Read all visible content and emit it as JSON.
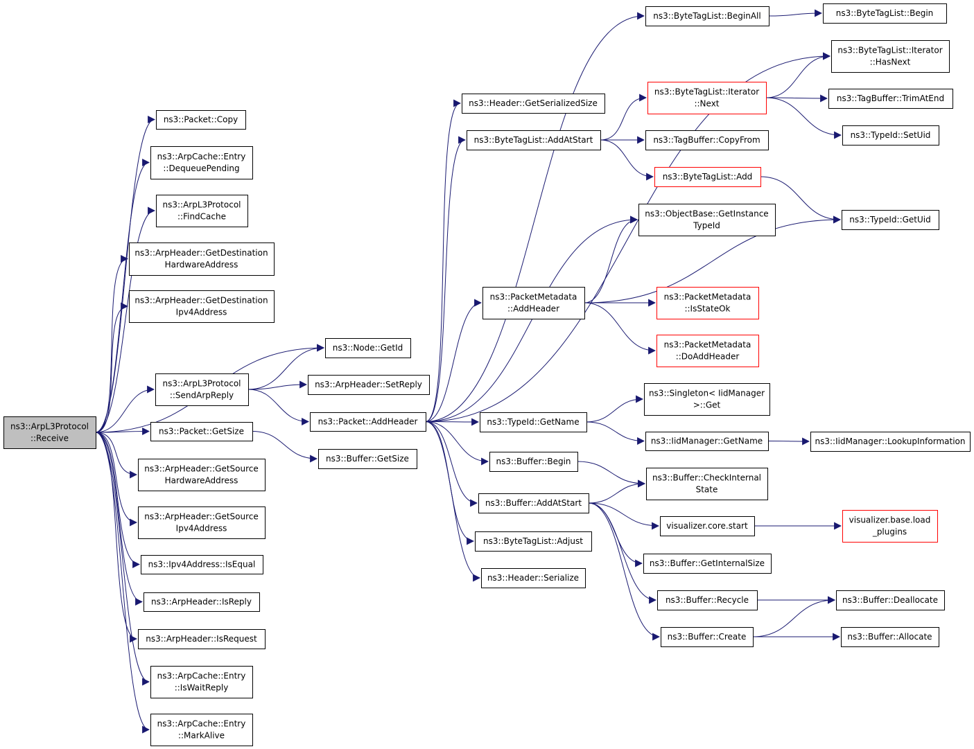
{
  "colors": {
    "edge": "#191970",
    "normal_border": "#000000",
    "truncated_border": "#ff0000",
    "root_fill": "#bfbfbf"
  },
  "nodes": [
    {
      "id": "receive",
      "lines": [
        "ns3::ArpL3Protocol",
        "::Receive"
      ],
      "root": true
    },
    {
      "id": "packet_copy",
      "lines": [
        "ns3::Packet::Copy"
      ]
    },
    {
      "id": "dequeue_pending",
      "lines": [
        "ns3::ArpCache::Entry",
        "::DequeuePending"
      ]
    },
    {
      "id": "find_cache",
      "lines": [
        "ns3::ArpL3Protocol",
        "::FindCache"
      ]
    },
    {
      "id": "get_dest_hw",
      "lines": [
        "ns3::ArpHeader::GetDestination",
        "HardwareAddress"
      ]
    },
    {
      "id": "get_dest_ipv4",
      "lines": [
        "ns3::ArpHeader::GetDestination",
        "Ipv4Address"
      ]
    },
    {
      "id": "send_arp_reply",
      "lines": [
        "ns3::ArpL3Protocol",
        "::SendArpReply"
      ]
    },
    {
      "id": "packet_getsize",
      "lines": [
        "ns3::Packet::GetSize"
      ]
    },
    {
      "id": "get_src_hw",
      "lines": [
        "ns3::ArpHeader::GetSource",
        "HardwareAddress"
      ]
    },
    {
      "id": "get_src_ipv4",
      "lines": [
        "ns3::ArpHeader::GetSource",
        "Ipv4Address"
      ]
    },
    {
      "id": "is_equal",
      "lines": [
        "ns3::Ipv4Address::IsEqual"
      ]
    },
    {
      "id": "is_reply",
      "lines": [
        "ns3::ArpHeader::IsReply"
      ]
    },
    {
      "id": "is_request",
      "lines": [
        "ns3::ArpHeader::IsRequest"
      ]
    },
    {
      "id": "is_wait_reply",
      "lines": [
        "ns3::ArpCache::Entry",
        "::IsWaitReply"
      ]
    },
    {
      "id": "mark_alive",
      "lines": [
        "ns3::ArpCache::Entry",
        "::MarkAlive"
      ]
    },
    {
      "id": "node_getid",
      "lines": [
        "ns3::Node::GetId"
      ]
    },
    {
      "id": "set_reply",
      "lines": [
        "ns3::ArpHeader::SetReply"
      ]
    },
    {
      "id": "add_header",
      "lines": [
        "ns3::Packet::AddHeader"
      ]
    },
    {
      "id": "buffer_getsize",
      "lines": [
        "ns3::Buffer::GetSize"
      ]
    },
    {
      "id": "hdr_serialized_size",
      "lines": [
        "ns3::Header::GetSerializedSize"
      ]
    },
    {
      "id": "btl_add_at_start",
      "lines": [
        "ns3::ByteTagList::AddAtStart"
      ]
    },
    {
      "id": "pm_add_header",
      "lines": [
        "ns3::PacketMetadata",
        "::AddHeader"
      ]
    },
    {
      "id": "typeid_getname",
      "lines": [
        "ns3::TypeId::GetName"
      ]
    },
    {
      "id": "buffer_begin",
      "lines": [
        "ns3::Buffer::Begin"
      ]
    },
    {
      "id": "buffer_add_at_start",
      "lines": [
        "ns3::Buffer::AddAtStart"
      ]
    },
    {
      "id": "btl_adjust",
      "lines": [
        "ns3::ByteTagList::Adjust"
      ]
    },
    {
      "id": "header_serialize",
      "lines": [
        "ns3::Header::Serialize"
      ]
    },
    {
      "id": "btl_begin_all",
      "lines": [
        "ns3::ByteTagList::BeginAll"
      ]
    },
    {
      "id": "btl_iter_next",
      "lines": [
        "ns3::ByteTagList::Iterator",
        "::Next"
      ],
      "red": true
    },
    {
      "id": "tagbuffer_copyfrom",
      "lines": [
        "ns3::TagBuffer::CopyFrom"
      ]
    },
    {
      "id": "btl_add",
      "lines": [
        "ns3::ByteTagList::Add"
      ],
      "red": true
    },
    {
      "id": "ob_get_instance_typeid",
      "lines": [
        "ns3::ObjectBase::GetInstance",
        "TypeId"
      ]
    },
    {
      "id": "pm_is_state_ok",
      "lines": [
        "ns3::PacketMetadata",
        "::IsStateOk"
      ],
      "red": true
    },
    {
      "id": "pm_do_add_header",
      "lines": [
        "ns3::PacketMetadata",
        "::DoAddHeader"
      ],
      "red": true
    },
    {
      "id": "singleton_get",
      "lines": [
        "ns3::Singleton< IidManager",
        ">::Get"
      ]
    },
    {
      "id": "iid_getname",
      "lines": [
        "ns3::IidManager::GetName"
      ]
    },
    {
      "id": "buffer_check_internal_state",
      "lines": [
        "ns3::Buffer::CheckInternal",
        "State"
      ]
    },
    {
      "id": "viz_core_start",
      "lines": [
        "visualizer.core.start"
      ]
    },
    {
      "id": "buffer_get_internal_size",
      "lines": [
        "ns3::Buffer::GetInternalSize"
      ]
    },
    {
      "id": "buffer_recycle",
      "lines": [
        "ns3::Buffer::Recycle"
      ]
    },
    {
      "id": "buffer_create",
      "lines": [
        "ns3::Buffer::Create"
      ]
    },
    {
      "id": "btl_begin",
      "lines": [
        "ns3::ByteTagList::Begin"
      ]
    },
    {
      "id": "btl_iter_hasnext",
      "lines": [
        "ns3::ByteTagList::Iterator",
        "::HasNext"
      ]
    },
    {
      "id": "tagbuffer_trim",
      "lines": [
        "ns3::TagBuffer::TrimAtEnd"
      ]
    },
    {
      "id": "typeid_setuid",
      "lines": [
        "ns3::TypeId::SetUid"
      ]
    },
    {
      "id": "typeid_getuid",
      "lines": [
        "ns3::TypeId::GetUid"
      ]
    },
    {
      "id": "iid_lookup",
      "lines": [
        "ns3::IidManager::LookupInformation"
      ]
    },
    {
      "id": "viz_load_plugins",
      "lines": [
        "visualizer.base.load",
        "_plugins"
      ],
      "red": true
    },
    {
      "id": "buffer_deallocate",
      "lines": [
        "ns3::Buffer::Deallocate"
      ]
    },
    {
      "id": "buffer_allocate",
      "lines": [
        "ns3::Buffer::Allocate"
      ]
    }
  ],
  "edges": [
    [
      "receive",
      "packet_copy"
    ],
    [
      "receive",
      "dequeue_pending"
    ],
    [
      "receive",
      "find_cache"
    ],
    [
      "receive",
      "get_dest_hw"
    ],
    [
      "receive",
      "get_dest_ipv4"
    ],
    [
      "receive",
      "node_getid"
    ],
    [
      "receive",
      "send_arp_reply"
    ],
    [
      "receive",
      "packet_getsize"
    ],
    [
      "receive",
      "get_src_hw"
    ],
    [
      "receive",
      "get_src_ipv4"
    ],
    [
      "receive",
      "is_equal"
    ],
    [
      "receive",
      "is_reply"
    ],
    [
      "receive",
      "is_request"
    ],
    [
      "receive",
      "is_wait_reply"
    ],
    [
      "receive",
      "mark_alive"
    ],
    [
      "send_arp_reply",
      "node_getid"
    ],
    [
      "send_arp_reply",
      "set_reply"
    ],
    [
      "send_arp_reply",
      "add_header"
    ],
    [
      "packet_getsize",
      "buffer_getsize"
    ],
    [
      "add_header",
      "hdr_serialized_size"
    ],
    [
      "add_header",
      "btl_add_at_start"
    ],
    [
      "add_header",
      "pm_add_header"
    ],
    [
      "add_header",
      "typeid_getname"
    ],
    [
      "add_header",
      "buffer_begin"
    ],
    [
      "add_header",
      "buffer_add_at_start"
    ],
    [
      "add_header",
      "btl_adjust"
    ],
    [
      "add_header",
      "header_serialize"
    ],
    [
      "add_header",
      "btl_begin_all"
    ],
    [
      "add_header",
      "btl_iter_hasnext"
    ],
    [
      "add_header",
      "ob_get_instance_typeid"
    ],
    [
      "btl_add_at_start",
      "btl_iter_next"
    ],
    [
      "btl_add_at_start",
      "tagbuffer_copyfrom"
    ],
    [
      "btl_add_at_start",
      "btl_add"
    ],
    [
      "btl_begin_all",
      "btl_begin"
    ],
    [
      "btl_iter_next",
      "btl_iter_hasnext"
    ],
    [
      "btl_iter_next",
      "tagbuffer_trim"
    ],
    [
      "btl_iter_next",
      "typeid_setuid"
    ],
    [
      "btl_add",
      "typeid_getuid"
    ],
    [
      "pm_add_header",
      "ob_get_instance_typeid"
    ],
    [
      "pm_add_header",
      "typeid_getuid"
    ],
    [
      "pm_add_header",
      "pm_is_state_ok"
    ],
    [
      "pm_add_header",
      "pm_do_add_header"
    ],
    [
      "typeid_getname",
      "singleton_get"
    ],
    [
      "typeid_getname",
      "iid_getname"
    ],
    [
      "iid_getname",
      "iid_lookup"
    ],
    [
      "buffer_begin",
      "buffer_check_internal_state"
    ],
    [
      "buffer_add_at_start",
      "buffer_check_internal_state"
    ],
    [
      "buffer_add_at_start",
      "viz_core_start"
    ],
    [
      "buffer_add_at_start",
      "buffer_get_internal_size"
    ],
    [
      "buffer_add_at_start",
      "buffer_recycle"
    ],
    [
      "buffer_add_at_start",
      "buffer_create"
    ],
    [
      "viz_core_start",
      "viz_load_plugins"
    ],
    [
      "buffer_recycle",
      "buffer_deallocate"
    ],
    [
      "buffer_create",
      "buffer_deallocate"
    ],
    [
      "buffer_create",
      "buffer_allocate"
    ]
  ]
}
